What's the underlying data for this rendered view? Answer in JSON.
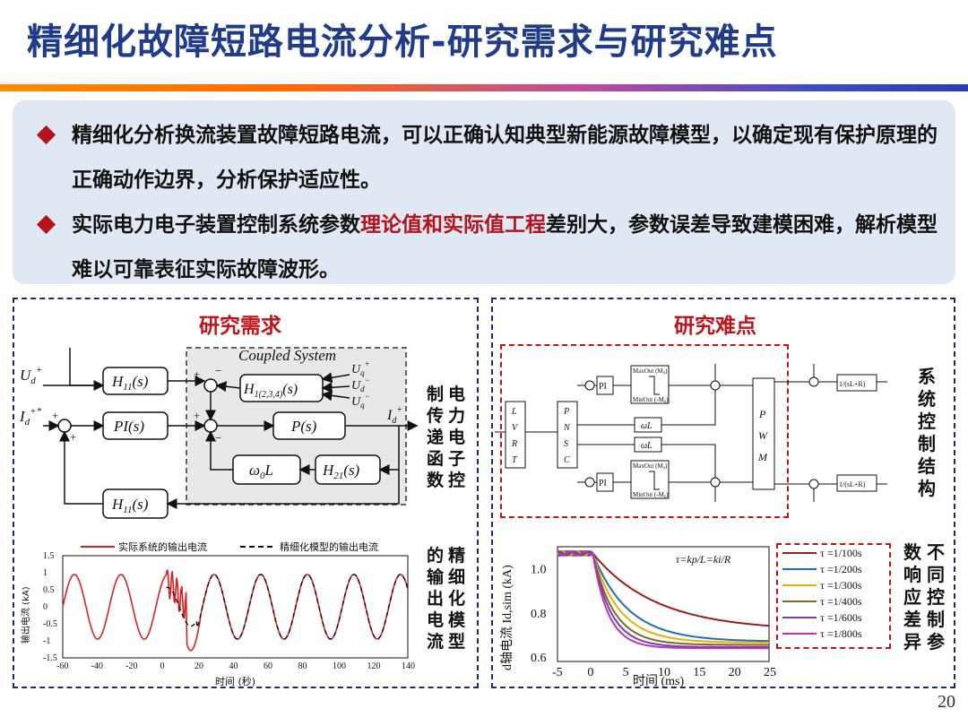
{
  "title": "精细化故障短路电流分析-研究需求与研究难点",
  "bullets": [
    {
      "text_before": "精细化分析换流装置故障短路电流，可以正确认知典型新能源故障模型，以确定现有保护原理的正确动作边界，分析保护适应性。",
      "highlight": "",
      "text_after": ""
    },
    {
      "text_before": "实际电力电子装置控制系统参数",
      "highlight": "理论值和实际值工程",
      "text_after": "差别大，参数误差导致建模困难，解析模型难以可靠表征实际故障波形。"
    }
  ],
  "left_panel": {
    "title": "研究需求",
    "side_label_1": [
      "电",
      "力",
      "电",
      "子"
    ],
    "side_label_1b": [
      "控"
    ],
    "side_label_2": [
      "制",
      "传",
      "递",
      "函",
      "数"
    ],
    "side_label_3": [
      "精",
      "细",
      "化",
      "模",
      "型"
    ],
    "side_label_4": [
      "的",
      "输",
      "出",
      "电",
      "流"
    ],
    "block_diagram": {
      "coupled_system": "Coupled System",
      "h11_top": "H11(s)",
      "h1234": "H1(2,3,4)(s)",
      "pi": "PI(s)",
      "p": "P(s)",
      "w0l": "ω0L",
      "h21": "H21(s)",
      "h11_bottom": "H11(s)"
    },
    "wave_chart": {
      "legend_real": "实际系统的输出电流",
      "legend_model": "精细化模型的输出电流",
      "ylabel": "输出电流 (kA)",
      "xlabel": "时间 (秒)",
      "xticks": [
        "-60",
        "-40",
        "-20",
        "0",
        "20",
        "40",
        "60",
        "80",
        "100",
        "120",
        "140"
      ],
      "yticks": [
        "1.5",
        "1",
        "0.5",
        "0",
        "-0.5",
        "-1",
        "-1.5"
      ]
    }
  },
  "right_panel": {
    "title": "研究难点",
    "side_label_a": [
      "系",
      "统",
      "控",
      "制",
      "结",
      "构"
    ],
    "side_label_b1": [
      "不",
      "同",
      "控",
      "制",
      "参"
    ],
    "side_label_b2": [
      "数",
      "响",
      "应",
      "差",
      "异"
    ],
    "ctrl_labels": {
      "lvrt": [
        "L",
        "V",
        "R",
        "T"
      ],
      "pnsc": [
        "P",
        "N",
        "S",
        "C"
      ],
      "pwm": [
        "P",
        "W",
        "M"
      ],
      "pi": "PI",
      "wl": "ωL",
      "tf": "1/(sL+R)",
      "maxout": "MaxOut (M0)",
      "minout": "MinOut (-M0)"
    },
    "response_chart": {
      "annotation": "τ=kp/L=ki/R",
      "ylabel": "d轴电流 Id,sim (kA)",
      "xlabel": "时间 (ms)",
      "xticks": [
        "-5",
        "0",
        "5",
        "10",
        "15",
        "20",
        "25"
      ],
      "yticks": [
        "1.0",
        "0.8",
        "0.6"
      ],
      "legend": [
        "τ =1/100s",
        "τ =1/200s",
        "τ =1/300s",
        "τ =1/400s",
        "τ =1/600s",
        "τ =1/800s"
      ],
      "colors": [
        "#a11a1a",
        "#1f6fb4",
        "#e8b000",
        "#7a6a2a",
        "#7a3fa0",
        "#c02fc0"
      ]
    }
  },
  "page_number": "20"
}
